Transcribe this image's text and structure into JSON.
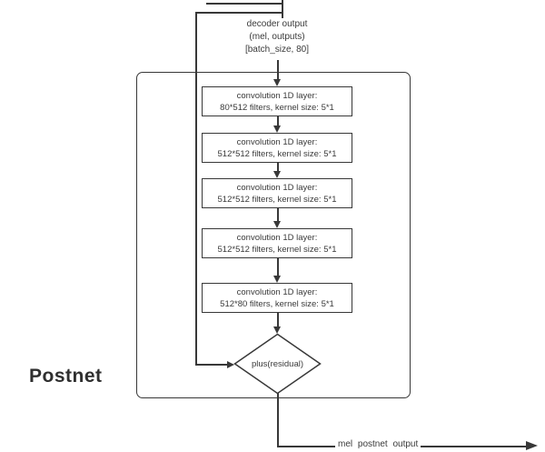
{
  "diagram": {
    "title": "Postnet",
    "decoder_output": {
      "line1": "decoder output",
      "line2": "(mel, outputs)",
      "line3": "[batch_size, 80]"
    },
    "conv_layers": [
      {
        "title": "convolution 1D layer:",
        "params": "80*512 filters, kernel size: 5*1"
      },
      {
        "title": "convolution 1D layer:",
        "params": "512*512 filters, kernel size: 5*1"
      },
      {
        "title": "convolution 1D layer:",
        "params": "512*512 filters, kernel size: 5*1"
      },
      {
        "title": "convolution 1D layer:",
        "params": "512*512 filters, kernel size: 5*1"
      },
      {
        "title": "convolution 1D layer:",
        "params": "512*80 filters, kernel size: 5*1"
      }
    ],
    "residual_node_label": "plus(residual)",
    "output_label": "mel postnet output",
    "colors": {
      "line": "#383838",
      "text": "#3a3a3a",
      "node_fill": "#ffffff",
      "background": "#ffffff"
    }
  }
}
